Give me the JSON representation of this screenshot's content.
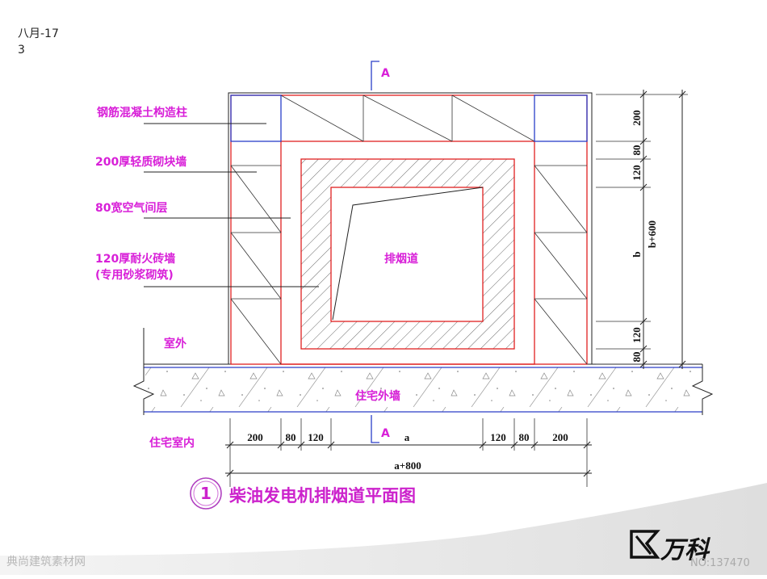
{
  "header": {
    "date": "八月-17",
    "page_number": "3"
  },
  "section_marks": {
    "top": "A",
    "bottom": "A"
  },
  "labels": {
    "column": "钢筋混凝土构造柱",
    "block_wall": "200厚轻质砌块墙",
    "air_gap": "80宽空气间层",
    "firebrick_wall": "120厚耐火砖墙",
    "firebrick_note": "(专用砂浆砌筑)",
    "outdoor": "室外",
    "indoor": "住宅室内",
    "exterior_wall": "住宅外墙",
    "flue": "排烟道"
  },
  "dimensions": {
    "vertical": [
      "200",
      "80",
      "120",
      "b",
      "120",
      "80"
    ],
    "vertical_total": "b+600",
    "horizontal": [
      "200",
      "80",
      "120",
      "a",
      "120",
      "80",
      "200"
    ],
    "horizontal_total": "a+800"
  },
  "title": {
    "number": "1",
    "text": "柴油发电机排烟道平面图"
  },
  "footer": {
    "logo_text": "万科",
    "doc_number": "NO:137470",
    "watermark": "典尚建筑素材网"
  },
  "colors": {
    "label": "#d81fd8",
    "flue_lines": "#e02020",
    "column_lines": "#2a3fc8",
    "title": "#cc22cc"
  }
}
